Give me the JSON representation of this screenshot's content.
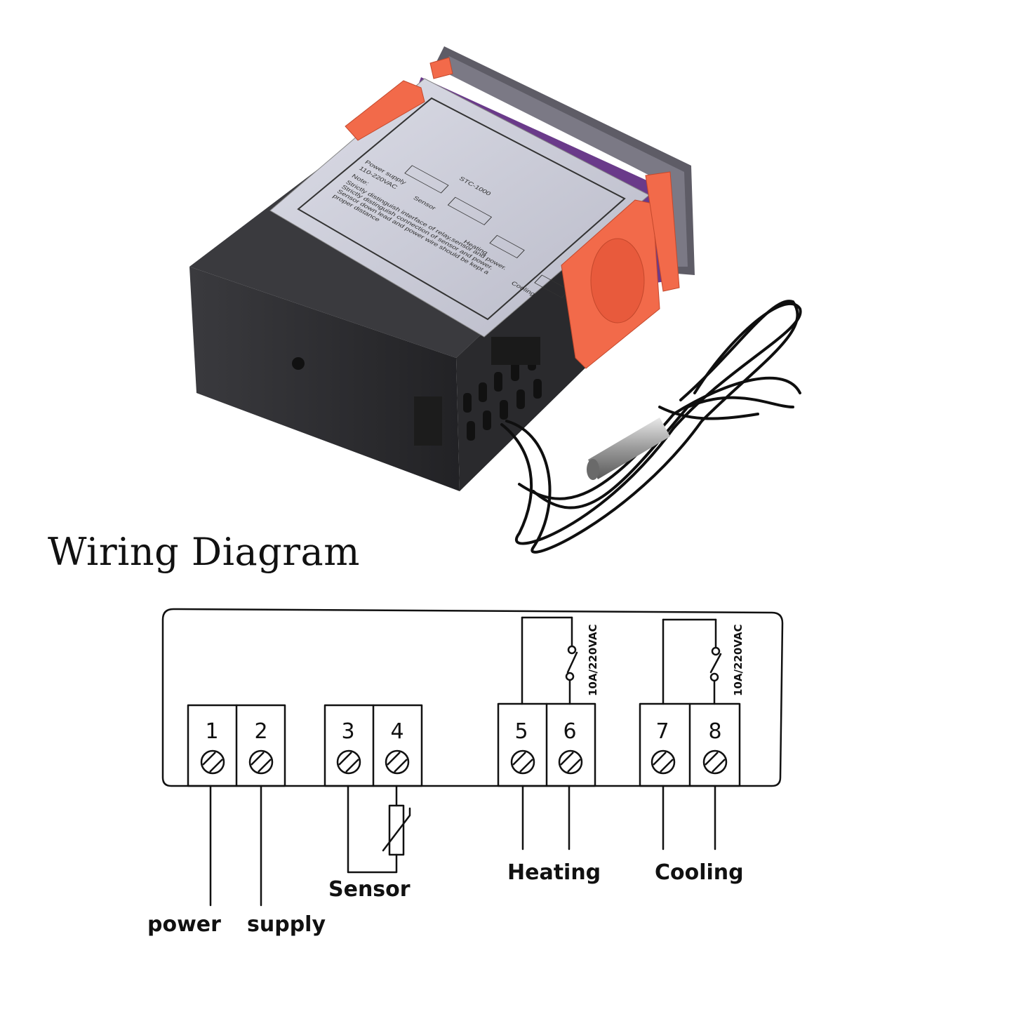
{
  "title": "Wiring Diagram",
  "product": {
    "model": "STC-1000",
    "panel": {
      "power_supply": "Power supply",
      "voltage": "110-220VAC",
      "sensor": "Sensor",
      "heating": "Heating",
      "cooling": "Cooling",
      "note_title": "Note:",
      "note_lines": [
        "Strictly distinguish interface of relay,sensor and power.",
        "Strictly distinguish connection of sensor and power.",
        "Sensor down lead and power wire should be kept a",
        "proper distance"
      ]
    }
  },
  "diagram": {
    "terminals": [
      "1",
      "2",
      "3",
      "4",
      "5",
      "6",
      "7",
      "8"
    ],
    "relay_rating": "10A/220VAC",
    "labels": {
      "power": "power",
      "supply": "supply",
      "sensor": "Sensor",
      "heating": "Heating",
      "cooling": "Cooling"
    }
  },
  "colors": {
    "housing": "#2b2b2e",
    "clip": "#f26a4a",
    "panel": "#c9cad6",
    "purple": "#6a3a8a"
  }
}
